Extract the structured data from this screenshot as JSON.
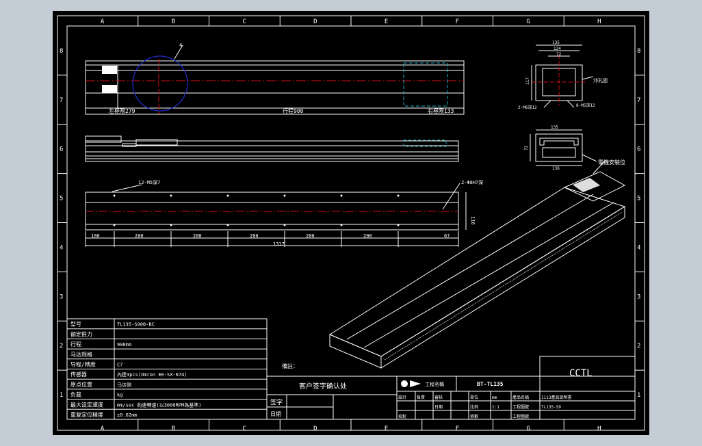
{
  "frame": {
    "columns": [
      "A",
      "B",
      "C",
      "D",
      "E",
      "F",
      "G",
      "H"
    ],
    "rows": [
      "8",
      "7",
      "6",
      "5",
      "4",
      "3",
      "2",
      "1"
    ]
  },
  "top_view": {
    "callout": "4",
    "left_stroke": "左極限279",
    "travel": "行程900",
    "right_stroke": "右極限133"
  },
  "bottom_view": {
    "hole_note_left": "12-M5深7",
    "hole_note_right": "2-Φ8H7深",
    "height_dim": "116",
    "spacing": [
      "100",
      "200",
      "200",
      "200",
      "200",
      "200",
      "67"
    ],
    "total": "1317"
  },
  "end_view": {
    "dims_top": [
      "135",
      "124",
      "72"
    ],
    "height": "117",
    "note_right": "沖孔固",
    "note_bottom_left": "2-M6深12",
    "note_bottom_right": "8-M5深12"
  },
  "section_view": {
    "width_top": "135",
    "height": "72",
    "width_bottom": "136"
  },
  "iso_view": {
    "note": "電機安裝位"
  },
  "spec_table": {
    "rows": [
      {
        "label": "型号",
        "value": "TL135-S900-BC"
      },
      {
        "label": "额定推力",
        "value": ""
      },
      {
        "label": "行程",
        "value": "900mm"
      },
      {
        "label": "马达规格",
        "value": ""
      },
      {
        "label": "导程/精度",
        "value": "C7"
      },
      {
        "label": "传感器",
        "value": "內建3pcs(Omron EE-SX-674)"
      },
      {
        "label": "原点位置",
        "value": "马达侧"
      },
      {
        "label": "负载",
        "value": "kg"
      },
      {
        "label": "最大设定速度",
        "value": "mm/sec 約連轉速(以3000RPM為基準)"
      },
      {
        "label": "重复定位精度",
        "value": "±0.02mm"
      }
    ]
  },
  "notes_label": "備註：",
  "approval": {
    "title": "客户签字确认处",
    "sign_label": "签字",
    "date_label": "日期"
  },
  "title_block": {
    "company": "CCTL",
    "drawing_no_label": "工程名稱",
    "drawing_no": "BT-TL135",
    "row1": [
      "設計",
      "負責",
      "審核",
      "",
      "單位",
      "mm",
      "產品名稱",
      "1113產品說明書"
    ],
    "row2": [
      "",
      "",
      "日期",
      "",
      "比例",
      "1:1",
      "工程圖號",
      "TL135-S9"
    ],
    "row3": [
      "校對",
      "",
      "",
      "",
      "張數",
      "",
      "工程圖號",
      ""
    ]
  }
}
